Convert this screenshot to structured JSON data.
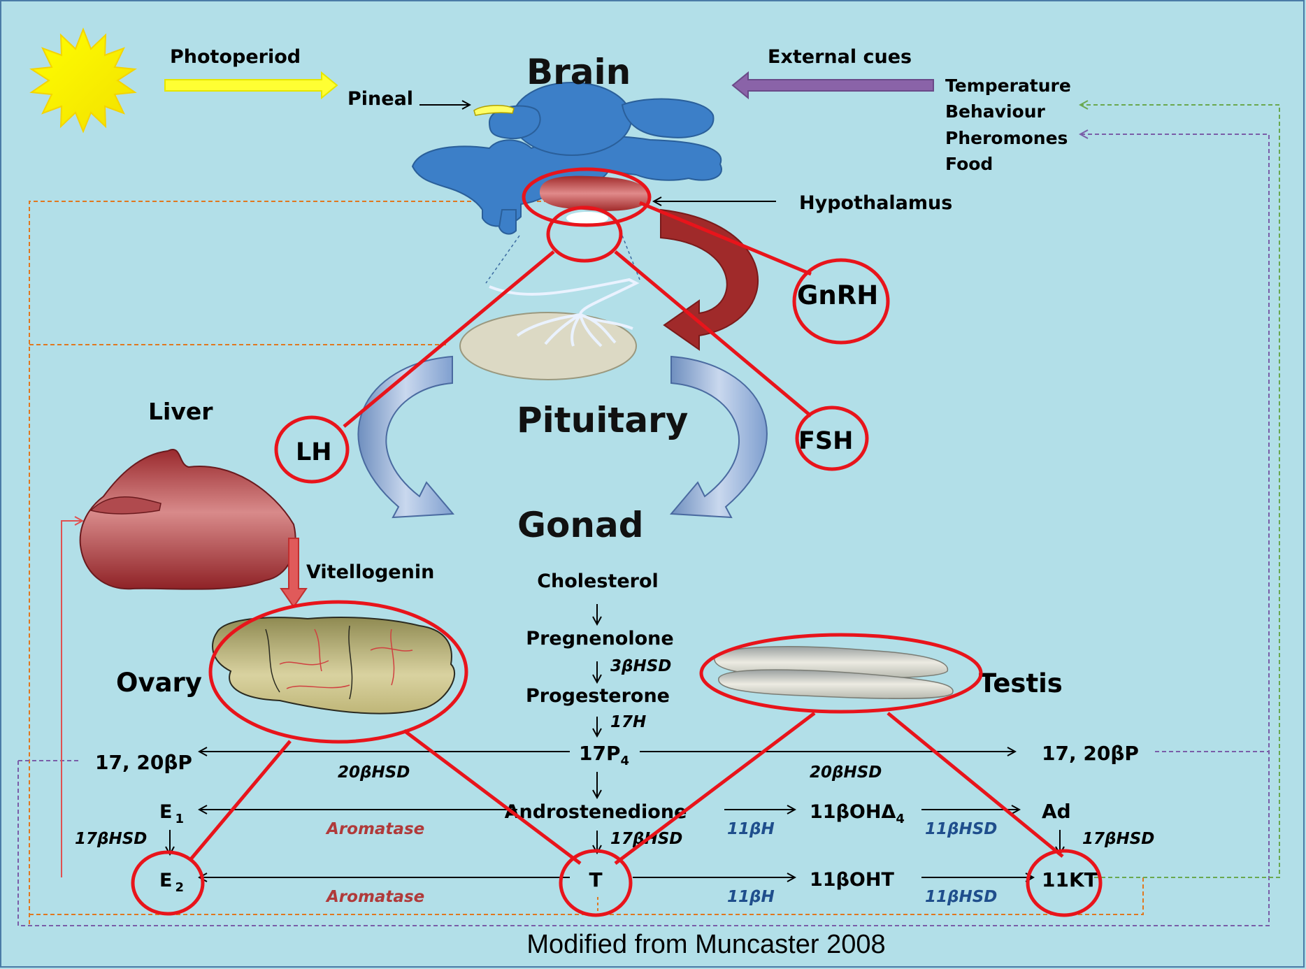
{
  "labels": {
    "photoperiod": "Photoperiod",
    "pineal": "Pineal",
    "brain": "Brain",
    "external_cues": "External cues",
    "cues": [
      "Temperature",
      "Behaviour",
      "Pheromones",
      "Food"
    ],
    "hypothalamus": "Hypothalamus",
    "gnrh": "GnRH",
    "pituitary": "Pituitary",
    "lh": "LH",
    "fsh": "FSH",
    "liver": "Liver",
    "gonad": "Gonad",
    "vitellogenin": "Vitellogenin",
    "ovary": "Ovary",
    "testis": "Testis",
    "caption": "Modified from Muncaster 2008"
  },
  "pathway": {
    "cholesterol": "Cholesterol",
    "pregnenolone": "Pregnenolone",
    "enz_3bhsd": "3βHSD",
    "progesterone": "Progesterone",
    "enz_17h": "17H",
    "p17_base": "17P",
    "p17_sub": "4",
    "p1720_left": "17, 20βP",
    "p1720_right": "17, 20βP",
    "enz_20bhsd_left": "20βHSD",
    "enz_20bhsd_right": "20βHSD",
    "androstenedione": "Androstenedione",
    "e1_base": "E",
    "e1_sub": "1",
    "e2_base": "E",
    "e2_sub": "2",
    "aromatase_1": "Aromatase",
    "aromatase_2": "Aromatase",
    "enz_17bhsd_left": "17βHSD",
    "enz_17bhsd_mid": "17βHSD",
    "enz_17bhsd_right": "17βHSD",
    "t": "T",
    "oh_delta_base": "11βOHΔ",
    "oh_delta_sub": "4",
    "ad": "Ad",
    "enz_11bh_1": "11βH",
    "enz_11bh_2": "11βH",
    "enz_11bhsd_1": "11βHSD",
    "enz_11bhsd_2": "11βHSD",
    "oht": "11βOHT",
    "kt": "11KT"
  },
  "colors": {
    "background": "#b2dfe8",
    "highlight_red": "#e8141b",
    "brain_blue": "#3c7fc8",
    "sun_yellow": "#ffff00",
    "enzyme_red": "#b03a3a",
    "enzyme_blue": "#1f4e8c"
  }
}
